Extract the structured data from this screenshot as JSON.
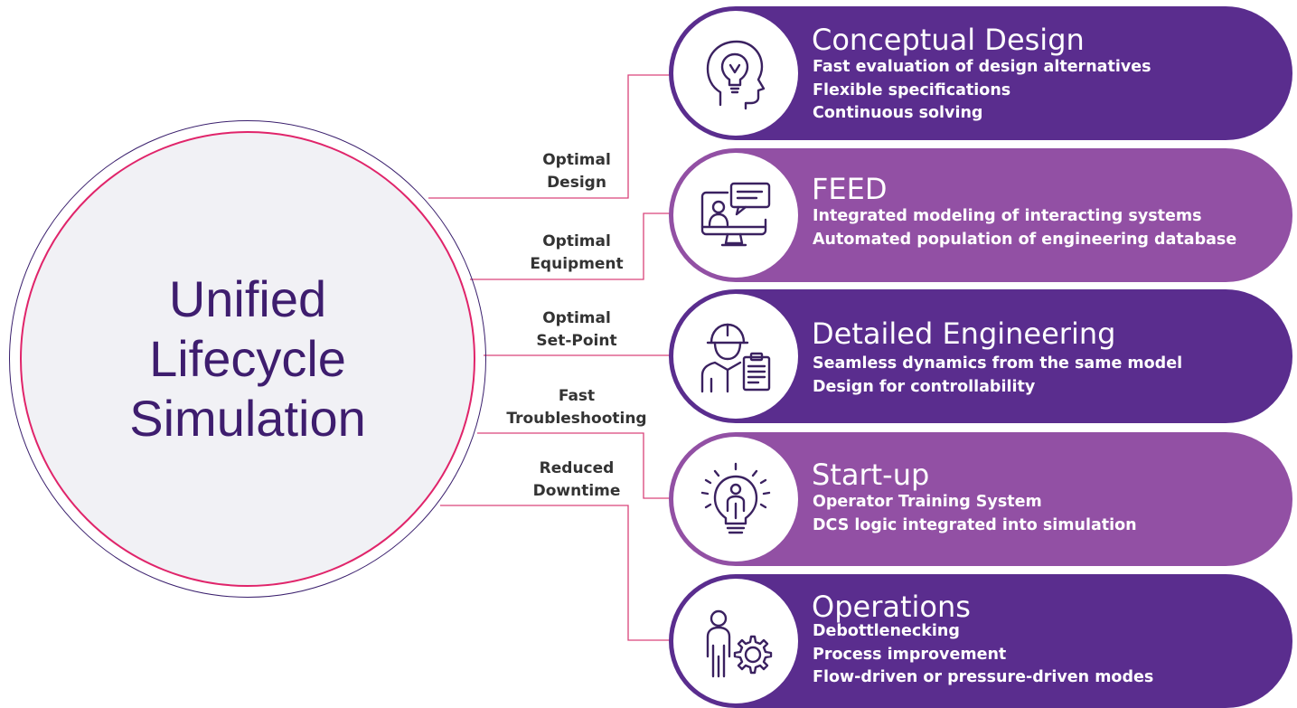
{
  "center": {
    "title_lines": [
      "Unified",
      "Lifecycle",
      "Simulation"
    ]
  },
  "benefits": [
    {
      "lines": [
        "Optimal",
        "Design"
      ]
    },
    {
      "lines": [
        "Optimal",
        "Equipment"
      ]
    },
    {
      "lines": [
        "Optimal",
        "Set-Point"
      ]
    },
    {
      "lines": [
        "Fast",
        "Troubleshooting"
      ]
    },
    {
      "lines": [
        "Reduced",
        "Downtime"
      ]
    }
  ],
  "stages": [
    {
      "title": "Conceptual Design",
      "icon": "head-lightbulb-icon",
      "points": [
        "Fast evaluation of design alternatives",
        "Flexible specifications",
        "Continuous solving"
      ]
    },
    {
      "title": "FEED",
      "icon": "monitor-chat-icon",
      "points": [
        "Integrated modeling of interacting systems",
        "Automated population of engineering database"
      ]
    },
    {
      "title": "Detailed Engineering",
      "icon": "engineer-clipboard-icon",
      "points": [
        "Seamless dynamics from the same model",
        "Design for controllability"
      ]
    },
    {
      "title": "Start-up",
      "icon": "person-lightbulb-icon",
      "points": [
        "Operator Training System",
        "DCS logic integrated into simulation"
      ]
    },
    {
      "title": "Operations",
      "icon": "person-gear-icon",
      "points": [
        "Debottlenecking",
        "Process improvement",
        "Flow-driven or pressure-driven modes"
      ]
    }
  ],
  "colors": {
    "pill_dark": "#5a2d8e",
    "pill_light": "#9250a4",
    "connector": "#d9437a",
    "circle_outer": "#3a1f6d",
    "circle_inner": "#e0246a",
    "title_text": "#3e1d6e"
  }
}
